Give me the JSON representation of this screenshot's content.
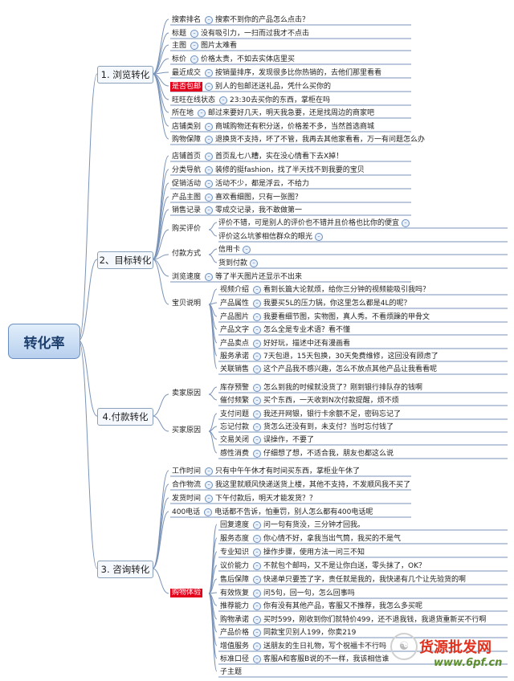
{
  "title": "转化率",
  "branches": [
    {
      "name": "1. 浏览转化",
      "items": [
        {
          "label": "搜索排名",
          "text": "搜索不到你的产品怎么点击？"
        },
        {
          "label": "标题",
          "text": "没有吸引力，一扫而过我才不点击"
        },
        {
          "label": "主图",
          "text": "图片太难看"
        },
        {
          "label": "标价",
          "text": "价格太贵，不如去实体店里买"
        },
        {
          "label": "最近成交",
          "text": "按销量排序，发现很多比你热销的，去他们那里看看"
        },
        {
          "label": "是否包邮",
          "text": "别人的包邮还送礼品，凭什么买你的",
          "highlight": true
        },
        {
          "label": "旺旺在线状态",
          "text": "23:30去买你的东西，掌柜在吗"
        },
        {
          "label": "所在地",
          "text": "邮过来要好几天，明天我急要，还是找周边的商家吧"
        },
        {
          "label": "店铺类别",
          "text": "商城购物还有积分送，价格差不多，当然首选商城"
        },
        {
          "label": "购物保障",
          "text": "退换货不支持，坏了不管，我再去其他家看看，万一有问题怎么办"
        }
      ]
    },
    {
      "name": "2、目标转化",
      "items": [
        {
          "label": "店铺首页",
          "text": "首页乱七八糟，实在没心情看下去X掉！"
        },
        {
          "label": "分类导航",
          "text": "装修的挺fashion，找了半天找不到我要的宝贝"
        },
        {
          "label": "促销活动",
          "text": "活动不少，都是浮云，不给力"
        },
        {
          "label": "产品主图",
          "text": "喜欢看细图，只有一张图？"
        },
        {
          "label": "销售记录",
          "text": "零成交记录，我不敢做第一"
        },
        {
          "label": "购买评价",
          "children": [
            {
              "text": "评价不错，可是别人的评价也不错并且价格也比你的便宜"
            },
            {
              "text": "评价这么坑爹相信群众的眼光"
            }
          ]
        },
        {
          "label": "付款方式",
          "children": [
            {
              "text": "信用卡"
            },
            {
              "text": "货到付款"
            }
          ]
        },
        {
          "label": "浏览速度",
          "text": "等了半天图片还显示不出来"
        },
        {
          "label": "宝贝说明",
          "children": [
            {
              "label": "视频介绍",
              "text": "看到长篇大论就烦，给你三分钟的视频能吸引我吗？"
            },
            {
              "label": "产品属性",
              "text": "我要买5L的压力锅，你这里怎么都是4L的呢？"
            },
            {
              "label": "产品图片",
              "text": "我要看细节图，实物图，真人秀。不看烦躁的甲骨文"
            },
            {
              "label": "产品文字",
              "text": "怎么全是专业术语？看不懂"
            },
            {
              "label": "产品卖点",
              "text": "好好玩，描述中还有漫画看"
            },
            {
              "label": "服务承诺",
              "text": "7天包退，15天包换，30天免费维修，这回没有顾虑了"
            },
            {
              "label": "关联销售",
              "text": "这个产品我不感兴趣，怎么不放点其他产品让我看看呢"
            }
          ]
        }
      ]
    },
    {
      "name": "4.付款转化",
      "items": [
        {
          "label": "卖家原因",
          "children": [
            {
              "label": "库存预警",
              "text": "怎么到我的时候就没货了？刚到银行排队存的钱啊"
            },
            {
              "label": "催付频繁",
              "text": "买个东西，一天收到N次付款提醒，烦不烦"
            }
          ]
        },
        {
          "label": "买家原因",
          "children": [
            {
              "label": "支付问题",
              "text": "我还开网银，银行卡余额不足，密码忘记了"
            },
            {
              "label": "忘记付款",
              "text": "货怎么还没有到，未支付？当时忘付钱了"
            },
            {
              "label": "交易关闭",
              "text": "误操作，不要了"
            },
            {
              "label": "感性消费",
              "text": "仔细想了想，不适合我，朋友也都这么说"
            }
          ]
        }
      ]
    },
    {
      "name": "3. 咨询转化",
      "items": [
        {
          "label": "工作时间",
          "text": "只有中午午休才有时间买东西，掌柜业午休了"
        },
        {
          "label": "合作物流",
          "text": "我这里就顺风快递送货上楼，其他不支持，不发顺风我不买了"
        },
        {
          "label": "发货时间",
          "text": "下午付款后，明天才能发货？？"
        },
        {
          "label": "400电话",
          "text": "电话都不告诉，怕重罚，别人怎么都有400电话呢"
        },
        {
          "label": "购物体验",
          "highlight": true,
          "children": [
            {
              "label": "回复速度",
              "text": "问一句有货没，三分钟才回我。"
            },
            {
              "label": "服务态度",
              "text": "你心情不好，拿我当出气筒，我买的不是气"
            },
            {
              "label": "专业知识",
              "text": "操作步骤，使用方法一问三不知"
            },
            {
              "label": "议价能力",
              "text": "不就包个邮吗，又不是让你白送，零头抹了，OK？"
            },
            {
              "label": "售后保障",
              "text": "快递单只要签了字，责任就是我的，我快递有几个让先验货的啊"
            },
            {
              "label": "有效恢复",
              "text": "问5句，回一句，怎么回事吗"
            },
            {
              "label": "推荐能力",
              "text": "你有没有其他产品，客服又不推荐，我怎么多买呢"
            },
            {
              "label": "购物承诺",
              "text": "买时599，刚收到你们就特价499，还不退我钱，我退货重新买不行啊"
            },
            {
              "label": "产品价格",
              "text": "同款宝贝别人199，你卖219"
            },
            {
              "label": "增值服务",
              "text": "送朋友的生日礼物，写个祝福卡不行吗"
            },
            {
              "label": "标准口径",
              "text": "客服A和客服B说的不一样，我该相信谁"
            },
            {
              "label": "子主题"
            }
          ]
        }
      ]
    }
  ],
  "watermark": {
    "brand": "货源批发网",
    "url": "www.6pf.cn"
  },
  "colors": {
    "line": "#7a93b8",
    "highlight": "#e2001a",
    "root_fill": "#c9dcf2"
  }
}
